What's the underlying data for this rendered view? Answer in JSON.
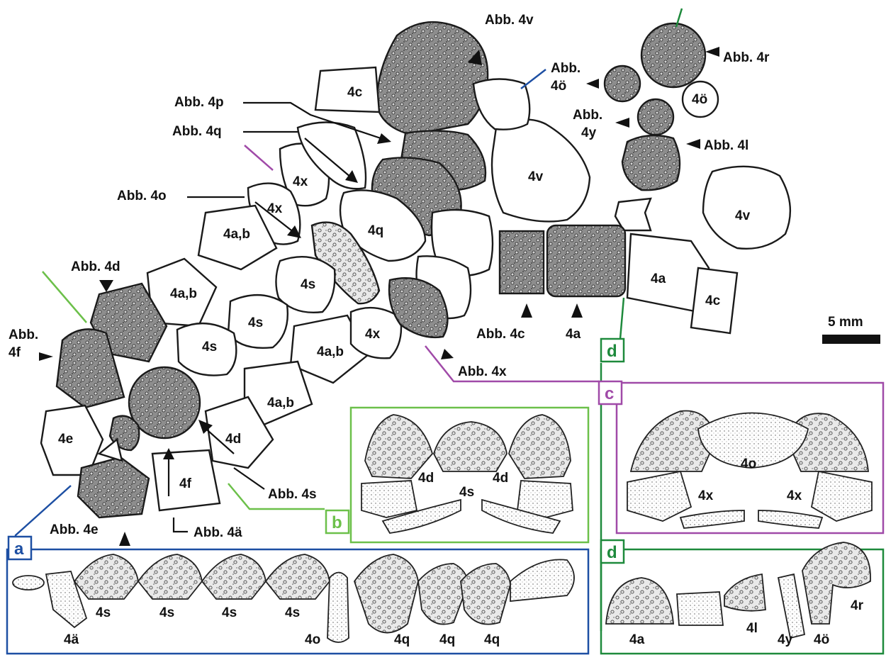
{
  "colors": {
    "blue": "#1d4fa3",
    "green_light": "#6cc04a",
    "green_dark": "#1e8a3c",
    "purple": "#a04aa8",
    "ink": "#111111"
  },
  "labels": {
    "abb_4v": "Abb. 4v",
    "abb_4r": "Abb. 4r",
    "abb_4o_uml_1": "Abb.",
    "abb_4o_uml_2": "4ö",
    "abb_4y_1": "Abb.",
    "abb_4y_2": "4y",
    "abb_4l": "Abb. 4l",
    "abb_4p": "Abb. 4p",
    "abb_4q": "Abb. 4q",
    "abb_4o": "Abb. 4o",
    "abb_4d": "Abb. 4d",
    "abb_4f_1": "Abb.",
    "abb_4f_2": "4f",
    "abb_4c": "Abb. 4c",
    "abb_4a": "4a",
    "abb_4x": "Abb. 4x",
    "abb_4s": "Abb. 4s",
    "abb_4e": "Abb. 4e",
    "abb_4a_uml": "Abb. 4ä",
    "scale": "5 mm"
  },
  "plates": {
    "p4c_top": "4c",
    "p4o_uml": "4ö",
    "p4v_a": "4v",
    "p4v_b": "4v",
    "p4x_a": "4x",
    "p4x_b": "4x",
    "p4q": "4q",
    "p4ab_1": "4a,b",
    "p4ab_2": "4a,b",
    "p4ab_3": "4a,b",
    "p4ab_4": "4a,b",
    "p4s_1": "4s",
    "p4s_2": "4s",
    "p4s_3": "4s",
    "p4x_c": "4x",
    "p4a": "4a",
    "p4c": "4c",
    "p4e": "4e",
    "p4f": "4f",
    "p4d": "4d"
  },
  "panels": {
    "a": {
      "letter": "a",
      "labels": [
        "4ä",
        "4s",
        "4s",
        "4s",
        "4s",
        "4o",
        "4q",
        "4q",
        "4q"
      ]
    },
    "b": {
      "letter": "b",
      "labels": [
        "4d",
        "4s",
        "4d"
      ]
    },
    "c": {
      "letter": "c",
      "labels": [
        "4o",
        "4x",
        "4x"
      ]
    },
    "d_marker": {
      "letter": "d"
    },
    "d": {
      "letter": "d",
      "labels": [
        "4a",
        "4l",
        "4y",
        "4ö",
        "4r"
      ]
    }
  }
}
